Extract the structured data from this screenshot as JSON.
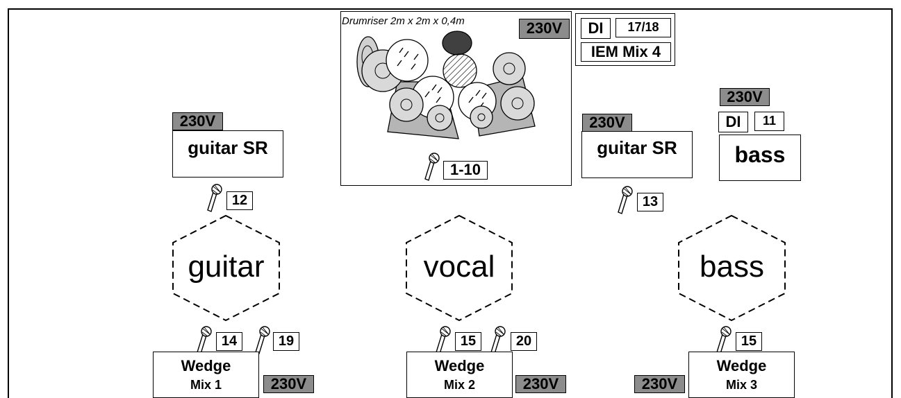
{
  "voltage_label": "230V",
  "drum": {
    "riser_label": "Drumriser 2m x 2m x 0,4m",
    "channels": "1-10"
  },
  "drum_di": {
    "label": "DI",
    "channels": "17/18",
    "iem": "IEM Mix 4"
  },
  "bass_di": {
    "label": "DI",
    "channel": "11"
  },
  "amps": {
    "guitar_left": "guitar SR",
    "guitar_right": "guitar SR",
    "bass": "bass"
  },
  "amp_mics": {
    "guitar_left": "12",
    "guitar_right": "13"
  },
  "performers": {
    "guitar": "guitar",
    "vocal": "vocal",
    "bass": "bass"
  },
  "performer_mics": {
    "guitar_a": "14",
    "guitar_b": "19",
    "vocal_a": "15",
    "vocal_b": "20",
    "bass_a": "15"
  },
  "wedges": {
    "mix1": {
      "line1": "Wedge",
      "line2": "Mix 1"
    },
    "mix2": {
      "line1": "Wedge",
      "line2": "Mix 2"
    },
    "mix3": {
      "line1": "Wedge",
      "line2": "Mix 3"
    }
  },
  "colors": {
    "voltage_fill": "#8c8c8c",
    "cymbal_fill": "#d9d9d9",
    "bass_drum_fill": "#404040"
  }
}
